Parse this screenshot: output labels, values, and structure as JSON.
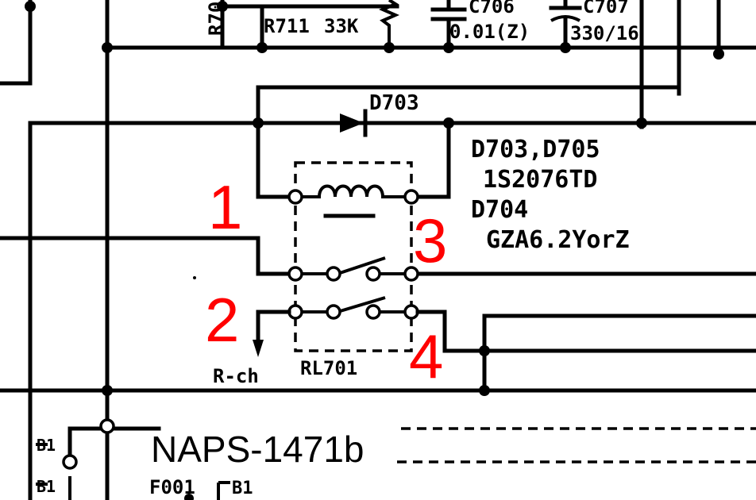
{
  "schematic": {
    "components": {
      "r70x": "R70",
      "r711": "R711",
      "r711_value": "33K",
      "c706": "C706",
      "c706_value": "0.01(Z)",
      "c707": "C707",
      "c707_value": "330/16",
      "d703": "D703",
      "rl701": "RL701"
    },
    "notes": {
      "line1": "D703,D705",
      "line2": "1S2076TD",
      "line3": "D704",
      "line4": "GZA6.2YorZ"
    },
    "signal": "R-ch",
    "board": "NAPS-1471b",
    "fuse": "F001",
    "rails": {
      "b1_left": "B1",
      "b1_bottom_left": "B1",
      "b1_fuse": "B1"
    },
    "pin_numbers": [
      "1",
      "2",
      "3",
      "4"
    ]
  }
}
